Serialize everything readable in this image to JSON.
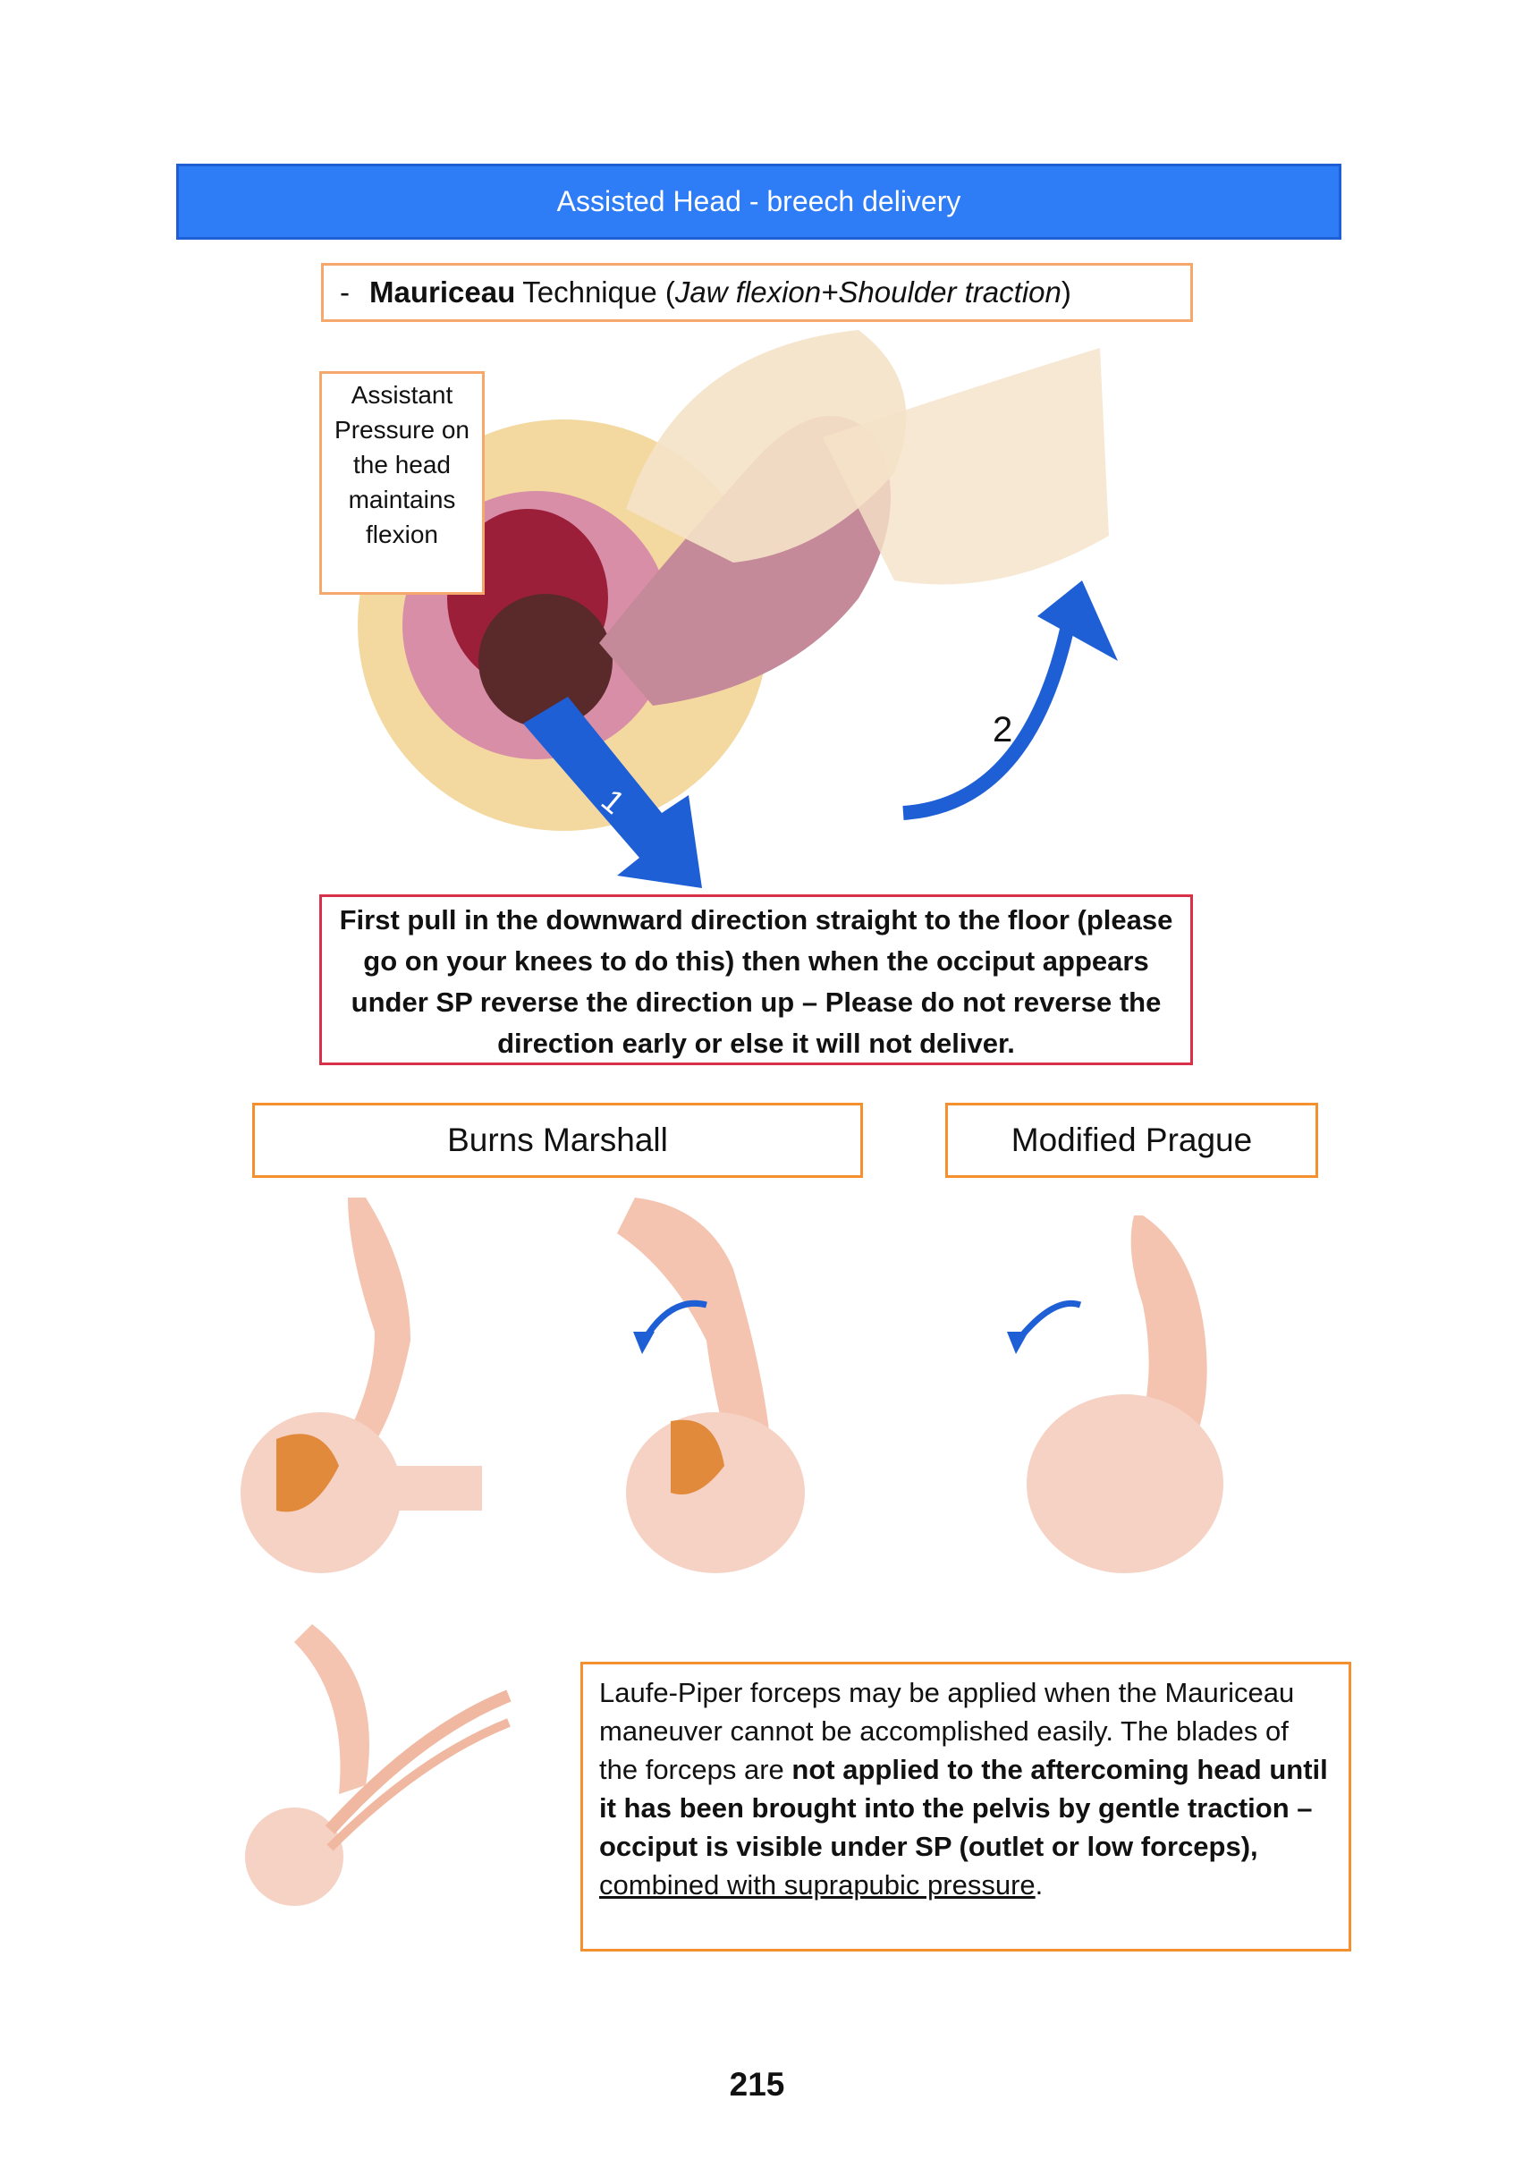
{
  "header": {
    "title": "Assisted Head - breech delivery"
  },
  "technique": {
    "dash": "-",
    "name": "Mauriceau",
    "word": "Technique",
    "detail_open": "(",
    "detail": "Jaw flexion+Shoulder traction",
    "detail_close": ")"
  },
  "assistant_note": "Assistant Pressure on the head maintains flexion",
  "illustration": {
    "arrow1_label": "1",
    "arrow2_label": "2"
  },
  "instruction": "First pull in the downward direction straight to the floor (please go on your knees to do this) then when the occiput appears under SP reverse the direction up – Please do not reverse the direction early or else it will not deliver.",
  "methods": {
    "burns": "Burns Marshall",
    "prague": "Modified Prague"
  },
  "forceps_note": {
    "p1": "Laufe-Piper forceps may be applied when the Mauriceau maneuver cannot be accomplished easily. The blades of the forceps are ",
    "bold": "not applied to the aftercoming head until it has been brought into the pelvis by gentle traction – occiput is visible under SP (outlet or low forceps),",
    "space": " ",
    "underlined": "combined with suprapubic pressure",
    "end": "."
  },
  "page_number": "215",
  "colors": {
    "header": "#2f7df6",
    "orange": "#f5902e",
    "red": "#d9304a",
    "arrow": "#1f5fd6"
  }
}
